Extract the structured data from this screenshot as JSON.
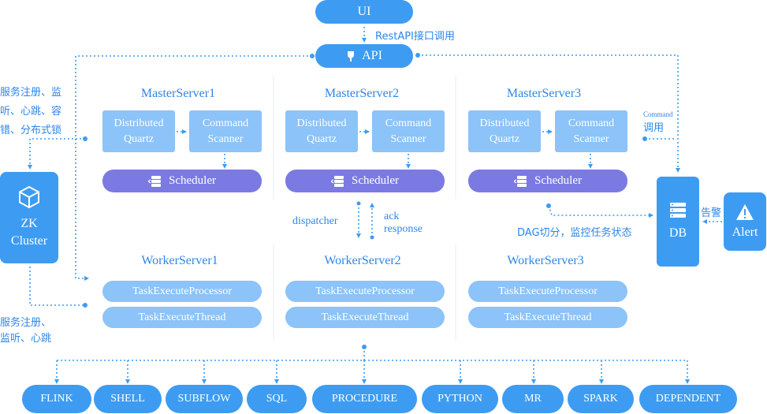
{
  "ui": "UI",
  "api": "API",
  "rest_label": "RestAPI接口调用",
  "zk": {
    "line1": "ZK",
    "line2": "Cluster"
  },
  "db": "DB",
  "alert": "Alert",
  "alarm_label": "告警",
  "command_small": "Command",
  "command_call": "调用",
  "dag_label": "DAG切分，监控任务状态",
  "dispatcher": "dispatcher",
  "ack": "ack",
  "response": "response",
  "left_top_note": [
    "服务注册、监",
    "听、心跳、容",
    "错、分布式锁"
  ],
  "left_bottom_note": [
    "服务注册、",
    "监听、心跳"
  ],
  "masters": [
    {
      "title": "MasterServer1",
      "quartz": [
        "Distributed",
        "Quartz"
      ],
      "scanner": [
        "Command",
        "Scanner"
      ],
      "scheduler": "Scheduler"
    },
    {
      "title": "MasterServer2",
      "quartz": [
        "Distributed",
        "Quartz"
      ],
      "scanner": [
        "Command",
        "Scanner"
      ],
      "scheduler": "Scheduler"
    },
    {
      "title": "MasterServer3",
      "quartz": [
        "Distributed",
        "Quartz"
      ],
      "scanner": [
        "Command",
        "Scanner"
      ],
      "scheduler": "Scheduler"
    }
  ],
  "workers": [
    {
      "title": "WorkerServer1",
      "processor": "TaskExecuteProcessor",
      "thread": "TaskExecuteThread"
    },
    {
      "title": "WorkerServer2",
      "processor": "TaskExecuteProcessor",
      "thread": "TaskExecuteThread"
    },
    {
      "title": "WorkerServer3",
      "processor": "TaskExecuteProcessor",
      "thread": "TaskExecuteThread"
    }
  ],
  "task_types": [
    "FLINK",
    "SHELL",
    "SUBFLOW",
    "SQL",
    "PROCEDURE",
    "PYTHON",
    "MR",
    "SPARK",
    "DEPENDENT"
  ],
  "colors": {
    "primary": "#3d9cf2",
    "light": "#8cc3f8",
    "purple": "#7b7ae3",
    "text": "#2d86e8"
  }
}
